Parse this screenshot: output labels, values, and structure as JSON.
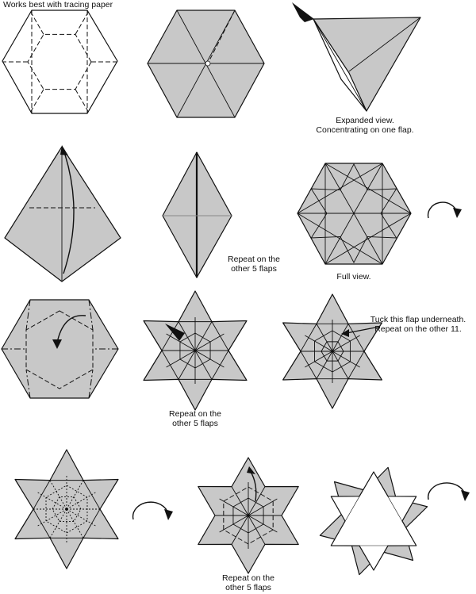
{
  "captions": {
    "top_note": "Works best with tracing paper",
    "expanded_1": "Expanded view.",
    "expanded_2": "Concentrating on one flap.",
    "repeat_a_1": "Repeat on the",
    "repeat_a_2": "other 5 flaps",
    "full_view": "Full view.",
    "repeat_b_1": "Repeat on the",
    "repeat_b_2": "other 5 flaps",
    "tuck_1": "Tuck this flap underneath.",
    "tuck_2": "Repeat on the other 11.",
    "repeat_c_1": "Repeat on the",
    "repeat_c_2": "other 5 flaps"
  },
  "colors": {
    "paper_gray": "#c8c8c8",
    "line": "#111111",
    "background": "#ffffff"
  },
  "icons": [
    "turn-over-arrow-icon",
    "fold-arrow-icon",
    "push-arrow-icon"
  ]
}
